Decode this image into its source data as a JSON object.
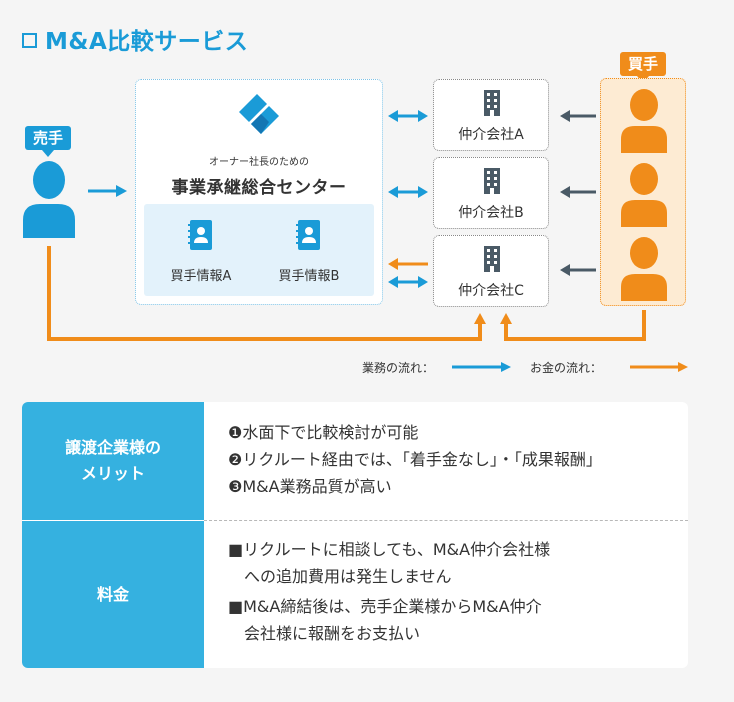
{
  "title": "M&A比較サービス",
  "seller": {
    "label": "売手"
  },
  "buyer": {
    "label": "買手"
  },
  "center": {
    "subtitle": "オーナー社長のための",
    "name": "事業承継総合センター",
    "info_a": "買手情報A",
    "info_b": "買手情報B"
  },
  "brokers": [
    "仲介会社A",
    "仲介会社B",
    "仲介会社C"
  ],
  "legend": {
    "business_flow": "業務の流れ：",
    "money_flow": "お金の流れ："
  },
  "colors": {
    "business": "#1a9bd7",
    "money": "#f08c1a",
    "buyer_arrow": "#4a5a66"
  },
  "table": {
    "rows": [
      {
        "header_line1": "譲渡企業様の",
        "header_line2": "メリット",
        "lines": [
          "❶水面下で比較検討が可能",
          "❷リクルート経由では、「着手金なし」・「成果報酬」",
          "❸M&A業務品質が高い"
        ]
      },
      {
        "header": "料金",
        "lines": [
          "■リクルートに相談しても、M&A仲介会社様",
          "　への追加費用は発生しません",
          "■M&A締結後は、売手企業様からM&A仲介",
          "　会社様に報酬をお支払い"
        ]
      }
    ]
  }
}
